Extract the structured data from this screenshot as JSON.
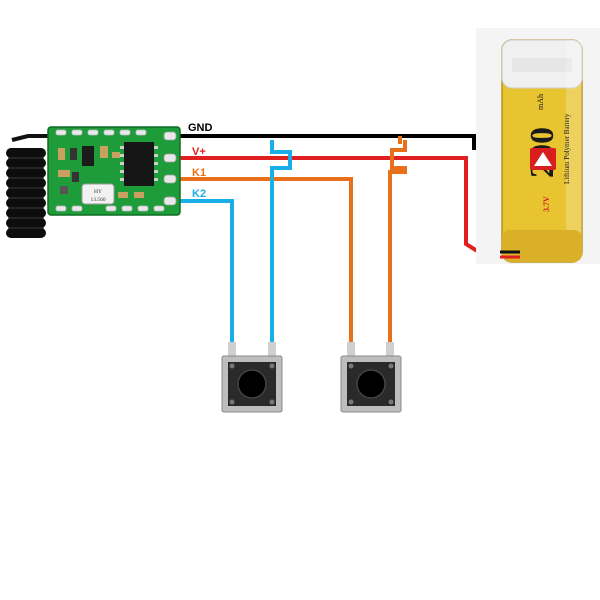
{
  "wires": {
    "gnd": {
      "label": "GND",
      "color": "#000000"
    },
    "vplus": {
      "label": "V+",
      "color": "#e02020"
    },
    "k1": {
      "label": "K1",
      "color": "#e8701a"
    },
    "k2": {
      "label": "K2",
      "color": "#1aaee8"
    }
  },
  "module": {
    "chip_label_top": "HY",
    "chip_label_bottom": "13.560"
  },
  "battery": {
    "capacity": "200",
    "unit": "mAh",
    "voltage": "3.7V",
    "type_text": "Lithium Polymer Battery"
  },
  "colors": {
    "pcb": "#1f9c3a",
    "battery_body": "#e8c431",
    "button_body": "#2a2a2a"
  }
}
